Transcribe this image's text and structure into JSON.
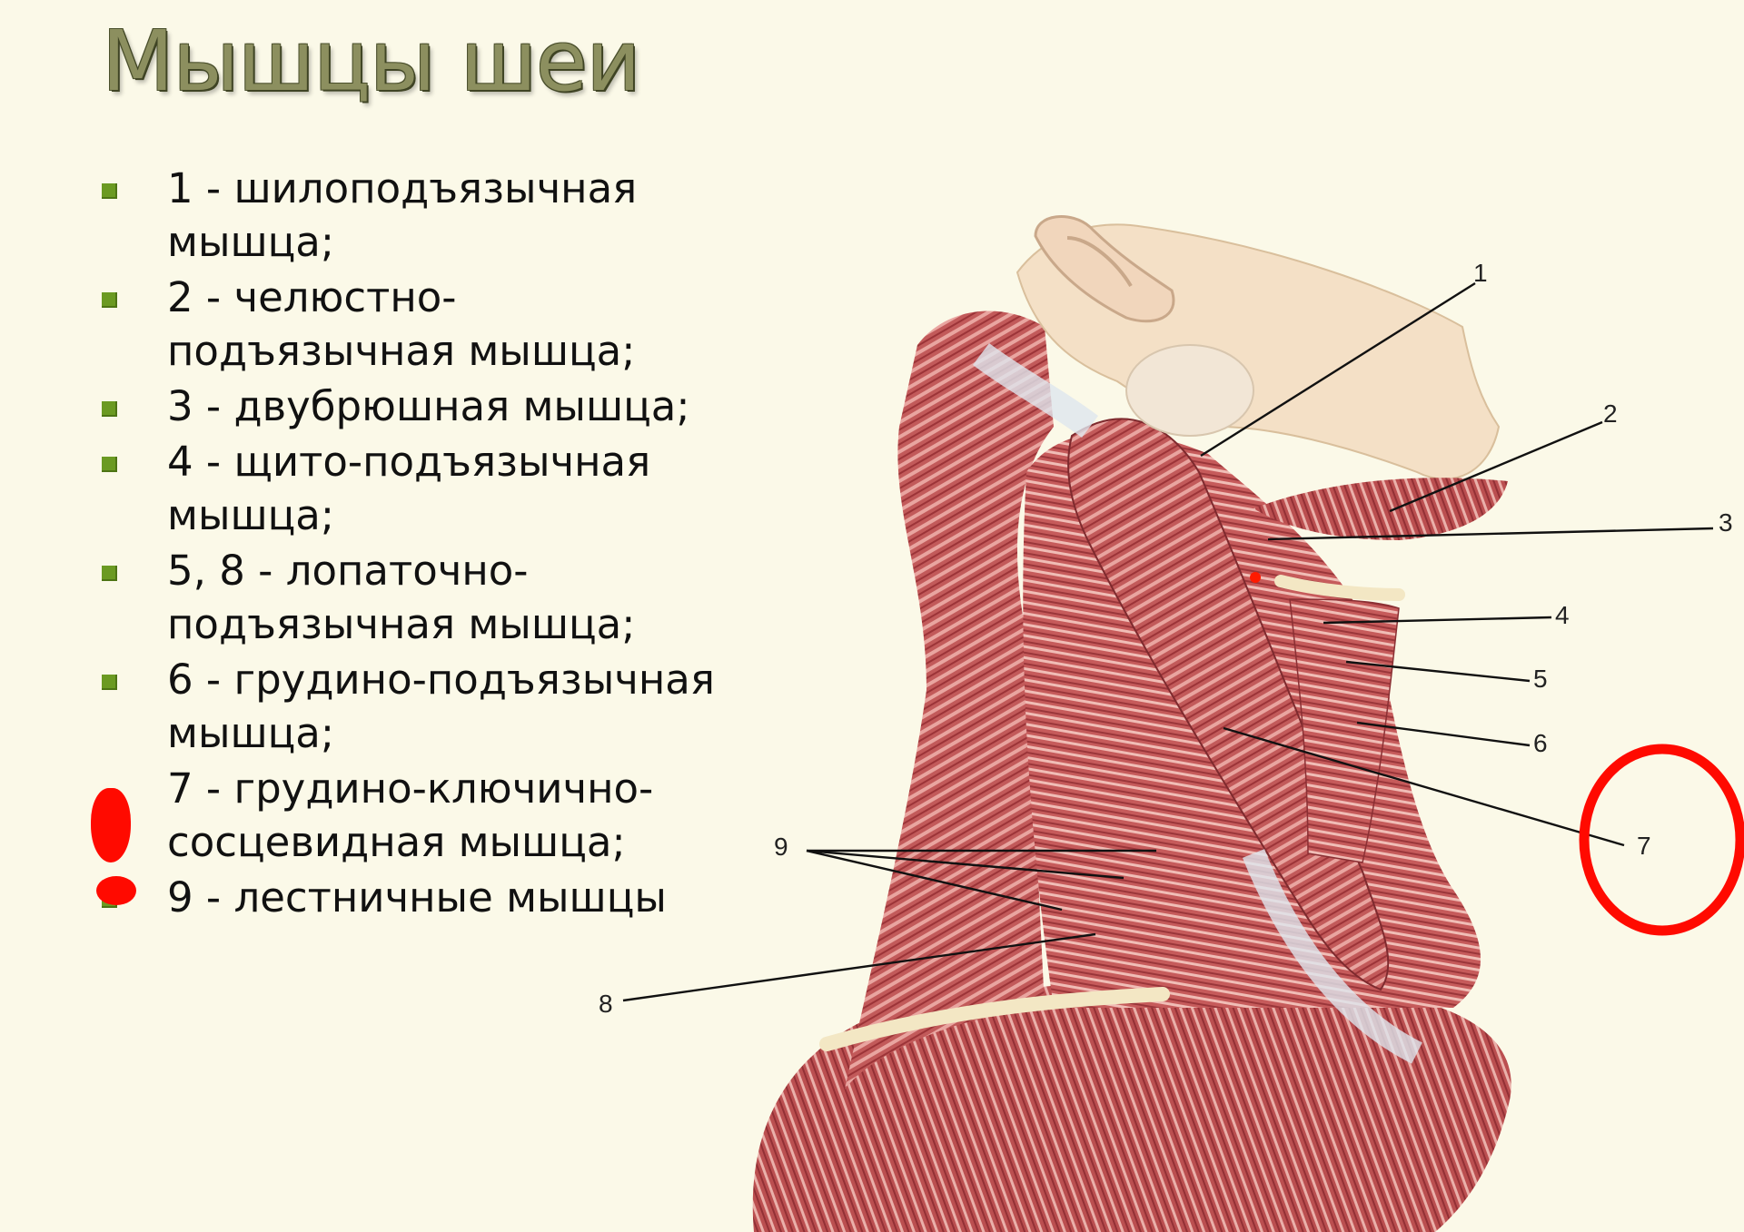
{
  "title": "Мышцы шеи",
  "legend": [
    {
      "text": "1 - шилоподъязычная мышца;"
    },
    {
      "text": "2 - челюстно-подъязычная мышца;"
    },
    {
      "text": "3 - двубрюшная мышца;"
    },
    {
      "text": "4 - щито-подъязычная мышца;"
    },
    {
      "text": "5, 8 - лопаточно-подъязычная мышца;"
    },
    {
      "text": "6 - грудино-подъязычная мышца;"
    },
    {
      "text": "7 - грудино-ключично-сосцевидная мышца;"
    },
    {
      "text": "9 - лестничные мышцы"
    }
  ],
  "diagram_labels": [
    "1",
    "2",
    "3",
    "4",
    "5",
    "6",
    "7",
    "8",
    "9"
  ],
  "colors": {
    "background": "#fbf9e8",
    "bullet": "#6b9a22",
    "muscle": "#b94a4a",
    "annotation": "#ff0a00",
    "title": "#8c8f5f"
  },
  "annotation": {
    "circled_label": "7"
  }
}
